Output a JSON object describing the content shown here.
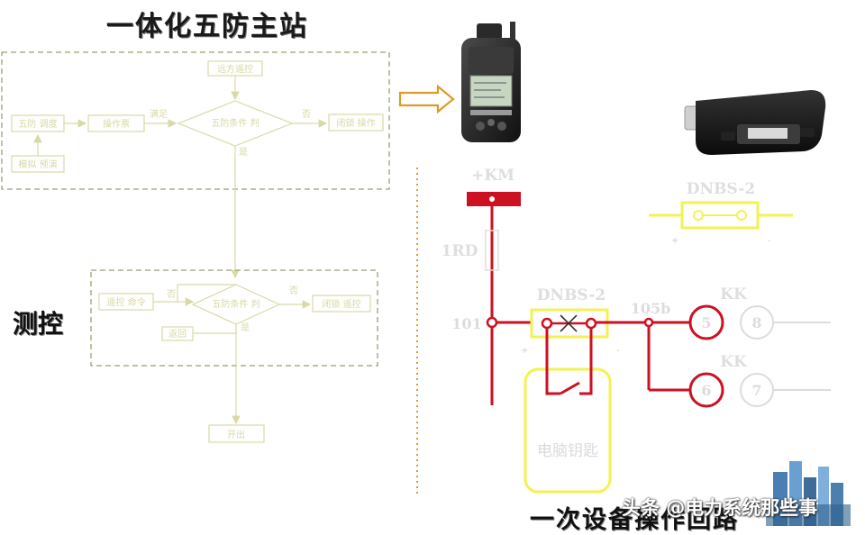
{
  "titles": {
    "main": "一体化五防主站",
    "side": "测控",
    "bottom": "一次设备操作回路",
    "watermark": "头条 @电力系统那些事"
  },
  "flowchart_top": {
    "box_left": "五防 调度",
    "box_sub": "模拟 预演",
    "box_mid": "操作票",
    "box_top": "远方遥控",
    "diamond": "五防条件 判",
    "box_right": "闭锁 操作",
    "edge_yes": "满足",
    "edge_no": "否",
    "edge_down": "是"
  },
  "flowchart_bottom": {
    "box_left": "遥控 命令",
    "box_sub": "返回",
    "diamond": "五防条件 判",
    "box_right": "闭锁 遥控",
    "edge_left": "否",
    "edge_right": "否",
    "edge_down": "是",
    "box_end": "开出"
  },
  "circuit": {
    "km_label": "+KM",
    "rd_label": "1RD",
    "node_101": "101",
    "dnbs_top": "DNBS-2",
    "dnbs_mid": "DNBS-2",
    "node_105b": "105b",
    "kk_1": "KK",
    "kk_2": "KK",
    "contact_5": "5",
    "contact_8": "8",
    "contact_6": "6",
    "contact_7": "7",
    "key_box": "电脑钥匙",
    "plus": "+",
    "minus": "-"
  },
  "colors": {
    "circuit_red": "#cc1122",
    "key_yellow": "#f2f254",
    "flow_line": "#d9d9a8",
    "dash_box": "#9e9e78",
    "arrow_orange": "#e09a2a"
  }
}
